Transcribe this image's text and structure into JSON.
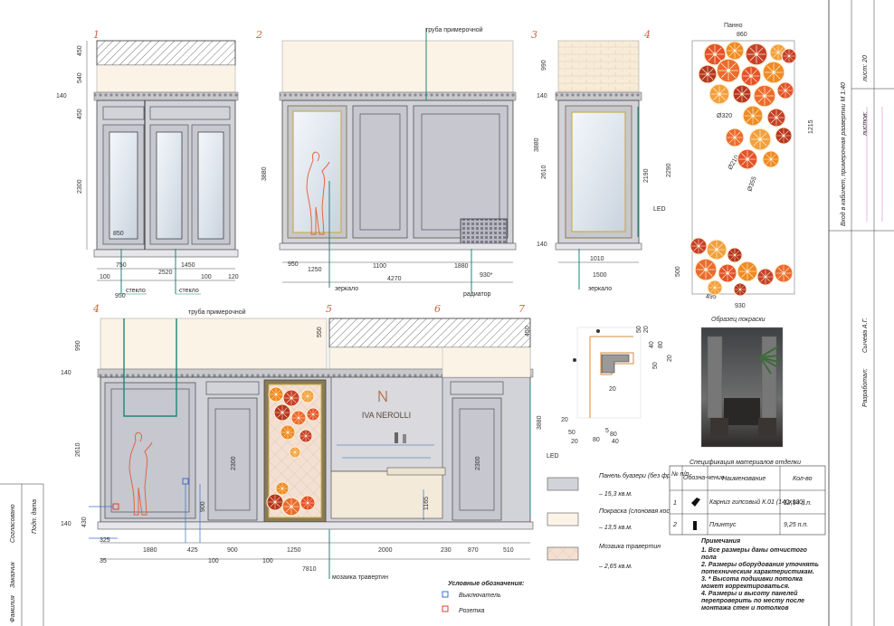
{
  "elevation_numbers": [
    "1",
    "2",
    "3",
    "4",
    "4",
    "5",
    "6",
    "7"
  ],
  "dims": {
    "e1_left": [
      "450",
      "540",
      "140",
      "450",
      "2300"
    ],
    "e1_bottom": [
      "750",
      "100",
      "2520",
      "1450",
      "100",
      "120",
      "950",
      "850"
    ],
    "e2_left": "3880",
    "e2_bottom": [
      "950",
      "1250",
      "1100",
      "1880",
      "930*",
      "4270"
    ],
    "e3_left": [
      "990",
      "140",
      "2610",
      "140",
      "3880"
    ],
    "e3_right": "2190",
    "e3_bottom": [
      "1010",
      "1500"
    ],
    "panel": [
      "860",
      "1215",
      "2290",
      "500",
      "495",
      "930",
      "Ø320",
      "Ø210",
      "Ø355"
    ],
    "e4_left": [
      "990",
      "140",
      "2610",
      "140"
    ],
    "e4_right": [
      "550",
      "450",
      "3880"
    ],
    "e4_bottom": [
      "1880",
      "425",
      "900",
      "1250",
      "2000",
      "230",
      "870",
      "510",
      "35",
      "100",
      "100",
      "7810"
    ],
    "e4_local": [
      "430",
      "325",
      "900",
      "1165",
      "2300",
      "2300"
    ],
    "profile": [
      "20",
      "50",
      "20",
      "40",
      "80",
      "50",
      "20",
      "20",
      "80",
      "50",
      "20",
      "80",
      "40",
      "5"
    ]
  },
  "labels": {
    "steklo": "стекло",
    "zerkalo": "зеркало",
    "radiator": "радиатор",
    "truba": "труба примерочной",
    "mozaika": "мозаика травертин",
    "led": "LED",
    "panno": "Панно",
    "brand": "IVA NEROLLI"
  },
  "title_block": {
    "title": "Вход в кабинет, примерочная развертки М 1:40",
    "sheet": "лист: 20",
    "sheets": "листов:",
    "developed": "Разработал:",
    "author": "Сычева А.Г.",
    "side": [
      "Согласовано",
      "Заказчик",
      "Подп. дата",
      "Фамилия"
    ]
  },
  "sample_caption": "Образец покраски",
  "materials": [
    {
      "name": "Панель буазери (без франце)",
      "qty": "– 15,3 кв.м.",
      "color": "#d2d3d9"
    },
    {
      "name": "Покраска (слоновая кость)",
      "qty": "– 13,5 кв.м.",
      "color": "#fbf3e6"
    },
    {
      "name": "Мозаика травертин",
      "qty": "– 2,65 кв.м.",
      "color": "#f3e0d2"
    }
  ],
  "spec": {
    "title": "Спецификация материалов отделки",
    "headers": [
      "№ п/п",
      "Обозна-чение",
      "Наименование",
      "Кол-во"
    ],
    "rows": [
      {
        "n": "1",
        "name": "Карниз гипсовый К.01 (140х100)",
        "qty": "12,54 п.п."
      },
      {
        "n": "2",
        "name": "Плинтус",
        "qty": "9,25 п.п."
      }
    ]
  },
  "notes_title": "Примечания",
  "notes": [
    "1. Все размеры даны отчистого",
    "пола",
    "2. Размеры оборудования уточнять",
    "потехническим характеристикам.",
    "3. * Высота подшивки потолка",
    "может корректироваться.",
    "4. Размеры и высоту панелей",
    "перепроверить по месту после",
    "монтажа стен и потолков"
  ],
  "legend": {
    "title": "Условные обозначения:",
    "switch": "Выключатель",
    "socket": "Розетка",
    "switch_color": "#3a6fd8",
    "socket_color": "#e04030"
  }
}
